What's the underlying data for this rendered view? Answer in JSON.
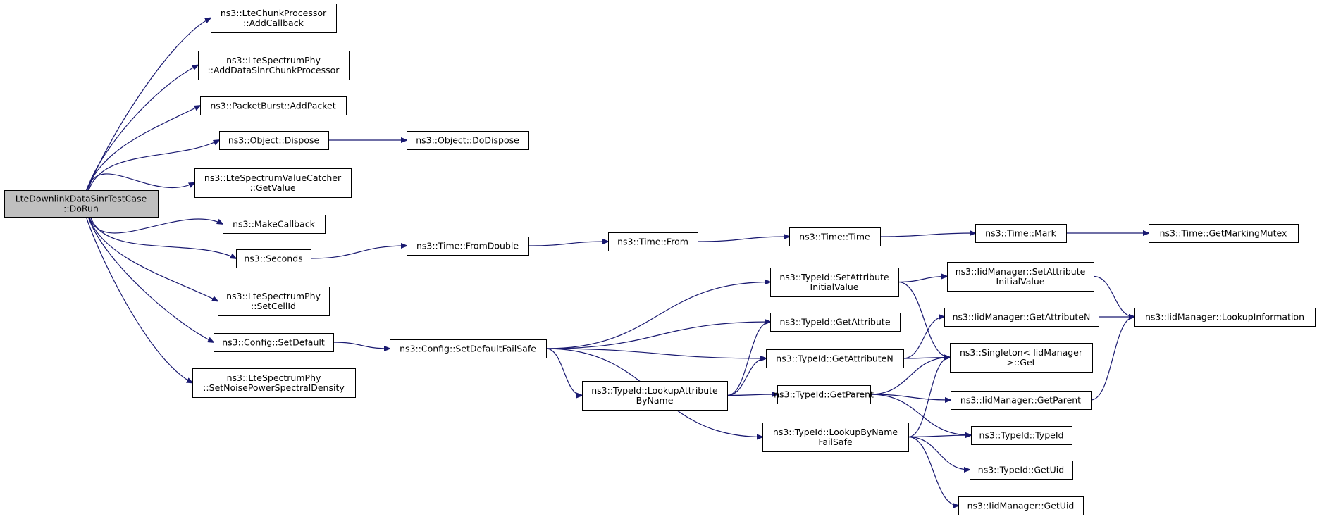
{
  "diagram": {
    "type": "call-graph",
    "colors": {
      "edge": "#191970",
      "node_border": "#000000",
      "root_fill": "#bfbfbf",
      "node_fill": "#ffffff"
    },
    "nodes": [
      {
        "id": "root",
        "lines": [
          "LteDownlinkDataSinrTestCase",
          "::DoRun"
        ],
        "root": true
      },
      {
        "id": "n1",
        "lines": [
          "ns3::LteChunkProcessor",
          "::AddCallback"
        ]
      },
      {
        "id": "n2",
        "lines": [
          "ns3::LteSpectrumPhy",
          "::AddDataSinrChunkProcessor"
        ]
      },
      {
        "id": "n3",
        "lines": [
          "ns3::PacketBurst::AddPacket"
        ]
      },
      {
        "id": "n4",
        "lines": [
          "ns3::Object::Dispose"
        ]
      },
      {
        "id": "n5",
        "lines": [
          "ns3::Object::DoDispose"
        ]
      },
      {
        "id": "n6",
        "lines": [
          "ns3::LteSpectrumValueCatcher",
          "::GetValue"
        ]
      },
      {
        "id": "n7",
        "lines": [
          "ns3::MakeCallback"
        ]
      },
      {
        "id": "n8",
        "lines": [
          "ns3::Seconds"
        ]
      },
      {
        "id": "n9",
        "lines": [
          "ns3::Time::FromDouble"
        ]
      },
      {
        "id": "n10",
        "lines": [
          "ns3::Time::From"
        ]
      },
      {
        "id": "n11",
        "lines": [
          "ns3::Time::Time"
        ]
      },
      {
        "id": "n12",
        "lines": [
          "ns3::Time::Mark"
        ]
      },
      {
        "id": "n13",
        "lines": [
          "ns3::Time::GetMarkingMutex"
        ]
      },
      {
        "id": "n14",
        "lines": [
          "ns3::LteSpectrumPhy",
          "::SetCellId"
        ]
      },
      {
        "id": "n15",
        "lines": [
          "ns3::Config::SetDefault"
        ]
      },
      {
        "id": "n16",
        "lines": [
          "ns3::Config::SetDefaultFailSafe"
        ]
      },
      {
        "id": "n17",
        "lines": [
          "ns3::LteSpectrumPhy",
          "::SetNoisePowerSpectralDensity"
        ]
      },
      {
        "id": "n18",
        "lines": [
          "ns3::TypeId::SetAttribute",
          "InitialValue"
        ]
      },
      {
        "id": "n19",
        "lines": [
          "ns3::IidManager::SetAttribute",
          "InitialValue"
        ]
      },
      {
        "id": "n20",
        "lines": [
          "ns3::IidManager::LookupInformation"
        ]
      },
      {
        "id": "n21",
        "lines": [
          "ns3::TypeId::GetAttribute"
        ]
      },
      {
        "id": "n22",
        "lines": [
          "ns3::IidManager::GetAttributeN"
        ]
      },
      {
        "id": "n23",
        "lines": [
          "ns3::TypeId::GetAttributeN"
        ]
      },
      {
        "id": "n24",
        "lines": [
          "ns3::Singleton< IidManager",
          ">::Get"
        ]
      },
      {
        "id": "n25",
        "lines": [
          "ns3::TypeId::LookupAttribute",
          "ByName"
        ]
      },
      {
        "id": "n26",
        "lines": [
          "ns3::TypeId::GetParent"
        ]
      },
      {
        "id": "n27",
        "lines": [
          "ns3::IidManager::GetParent"
        ]
      },
      {
        "id": "n28",
        "lines": [
          "ns3::TypeId::LookupByName",
          "FailSafe"
        ]
      },
      {
        "id": "n29",
        "lines": [
          "ns3::TypeId::TypeId"
        ]
      },
      {
        "id": "n30",
        "lines": [
          "ns3::TypeId::GetUid"
        ]
      },
      {
        "id": "n31",
        "lines": [
          "ns3::IidManager::GetUid"
        ]
      }
    ],
    "edges": [
      [
        "root",
        "n1"
      ],
      [
        "root",
        "n2"
      ],
      [
        "root",
        "n3"
      ],
      [
        "root",
        "n4"
      ],
      [
        "root",
        "n6"
      ],
      [
        "root",
        "n7"
      ],
      [
        "root",
        "n8"
      ],
      [
        "root",
        "n14"
      ],
      [
        "root",
        "n15"
      ],
      [
        "root",
        "n17"
      ],
      [
        "n4",
        "n5"
      ],
      [
        "n8",
        "n9"
      ],
      [
        "n9",
        "n10"
      ],
      [
        "n10",
        "n11"
      ],
      [
        "n11",
        "n12"
      ],
      [
        "n12",
        "n13"
      ],
      [
        "n15",
        "n16"
      ],
      [
        "n16",
        "n18"
      ],
      [
        "n16",
        "n21"
      ],
      [
        "n16",
        "n23"
      ],
      [
        "n16",
        "n25"
      ],
      [
        "n16",
        "n28"
      ],
      [
        "n18",
        "n19"
      ],
      [
        "n18",
        "n24"
      ],
      [
        "n19",
        "n20"
      ],
      [
        "n22",
        "n20"
      ],
      [
        "n23",
        "n22"
      ],
      [
        "n23",
        "n24"
      ],
      [
        "n25",
        "n21"
      ],
      [
        "n25",
        "n23"
      ],
      [
        "n25",
        "n26"
      ],
      [
        "n26",
        "n27"
      ],
      [
        "n26",
        "n24"
      ],
      [
        "n26",
        "n29"
      ],
      [
        "n27",
        "n20"
      ],
      [
        "n28",
        "n24"
      ],
      [
        "n28",
        "n29"
      ],
      [
        "n28",
        "n30"
      ],
      [
        "n28",
        "n31"
      ]
    ]
  }
}
